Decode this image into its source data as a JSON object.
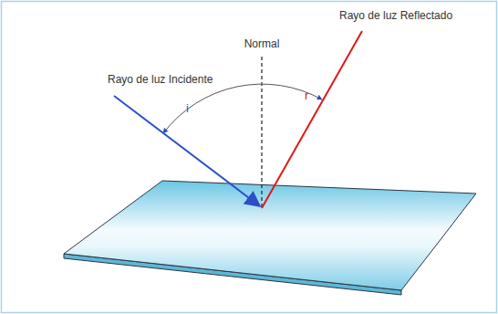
{
  "diagram": {
    "labels": [
      "Rayo de luz Reflectado",
      "Normal",
      "Rayo de luz Incidente",
      "i",
      "r"
    ]
  }
}
